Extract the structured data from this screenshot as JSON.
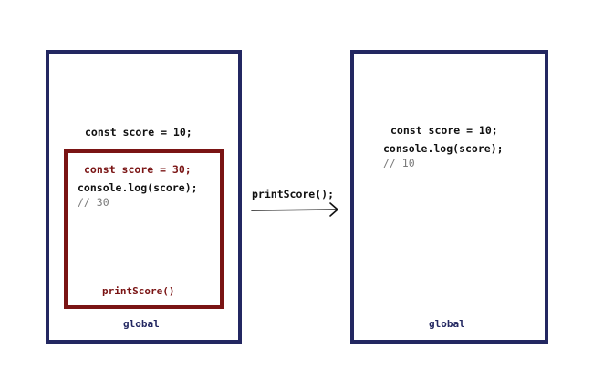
{
  "colors": {
    "global_border": "#232761",
    "function_border": "#7a1414",
    "function_text": "#7a1414",
    "global_text": "#232761",
    "code_text": "#111111",
    "comment_text": "#7a7a7a"
  },
  "left_panel": {
    "global_declaration": "const score = 10;",
    "function_scope": {
      "declaration": "const score = 30;",
      "log_call": "console.log(score);",
      "comment": "// 30",
      "label": "printScore()"
    },
    "label": "global"
  },
  "arrow": {
    "label": "printScore();"
  },
  "right_panel": {
    "declaration": "const score = 10;",
    "log_call": "console.log(score);",
    "comment": "// 10",
    "label": "global"
  }
}
